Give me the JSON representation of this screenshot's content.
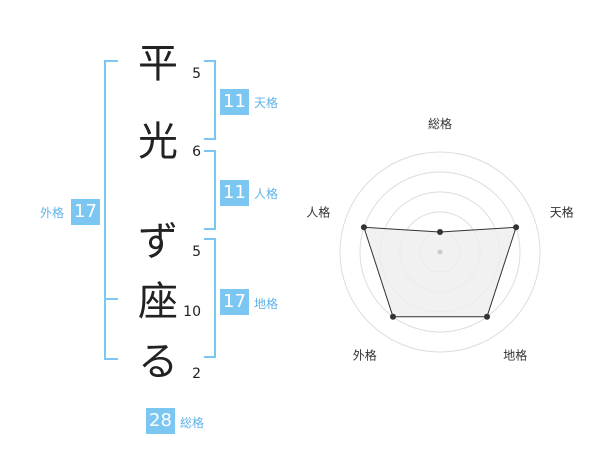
{
  "name": {
    "characters": [
      "平",
      "光",
      "ず",
      "座",
      "る"
    ],
    "strokes": [
      "5",
      "6",
      "5",
      "10",
      "2"
    ]
  },
  "fortune": {
    "tenkaku": {
      "label": "天格",
      "value": "11"
    },
    "jinkaku": {
      "label": "人格",
      "value": "11"
    },
    "chikaku": {
      "label": "地格",
      "value": "17"
    },
    "gaikaku": {
      "label": "外格",
      "value": "17"
    },
    "soukaku": {
      "label": "総格",
      "value": "28"
    }
  },
  "chart_data": {
    "type": "radar",
    "axes": [
      "総格",
      "天格",
      "地格",
      "外格",
      "人格"
    ],
    "values": [
      1,
      4,
      4,
      4,
      4
    ],
    "rmax": 5,
    "rings": 5,
    "colors": {
      "fill": "#eeeeee",
      "line": "#333333",
      "grid": "#dddddd",
      "point": "#333333"
    }
  }
}
